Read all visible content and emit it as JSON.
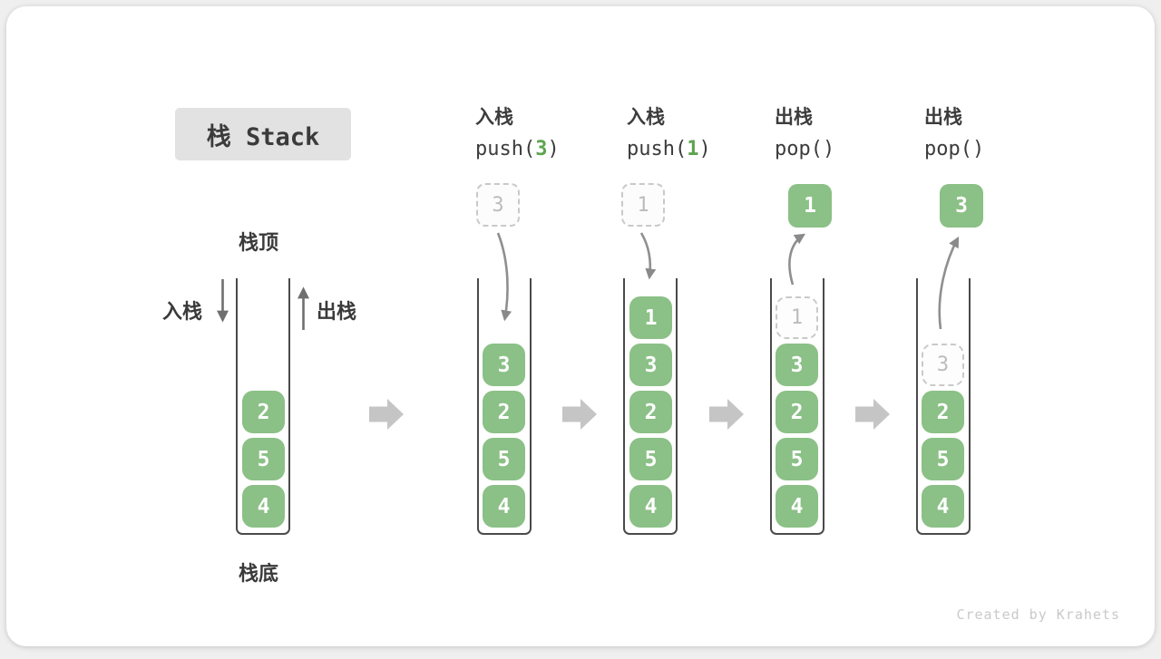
{
  "title": "栈 Stack",
  "labels": {
    "stack_top": "栈顶",
    "stack_bottom": "栈底",
    "push_side": "入栈",
    "pop_side": "出栈"
  },
  "operations": [
    {
      "name": "入栈",
      "code_pre": "push(",
      "arg": "3",
      "code_post": ")"
    },
    {
      "name": "入栈",
      "code_pre": "push(",
      "arg": "1",
      "code_post": ")"
    },
    {
      "name": "出栈",
      "code_pre": "pop()",
      "arg": "",
      "code_post": ""
    },
    {
      "name": "出栈",
      "code_pre": "pop()",
      "arg": "",
      "code_post": ""
    }
  ],
  "stacks": [
    {
      "cells": [
        "2",
        "5",
        "4"
      ]
    },
    {
      "ghost_above": "3",
      "cells": [
        "3",
        "2",
        "5",
        "4"
      ]
    },
    {
      "ghost_above": "1",
      "cells": [
        "1",
        "3",
        "2",
        "5",
        "4"
      ]
    },
    {
      "popped": "1",
      "ghost_in": "1",
      "cells": [
        "3",
        "2",
        "5",
        "4"
      ]
    },
    {
      "popped": "3",
      "ghost_in": "3",
      "cells": [
        "2",
        "5",
        "4"
      ]
    }
  ],
  "watermark": "Created by Krahets",
  "colors": {
    "cell_green": "#8bc086",
    "arg_green": "#5ea34f",
    "container_wall": "#4a4a4a",
    "thin_arrow": "#8f8f8f",
    "block_arrow": "#c5c5c5",
    "title_bg": "#e2e2e2"
  }
}
